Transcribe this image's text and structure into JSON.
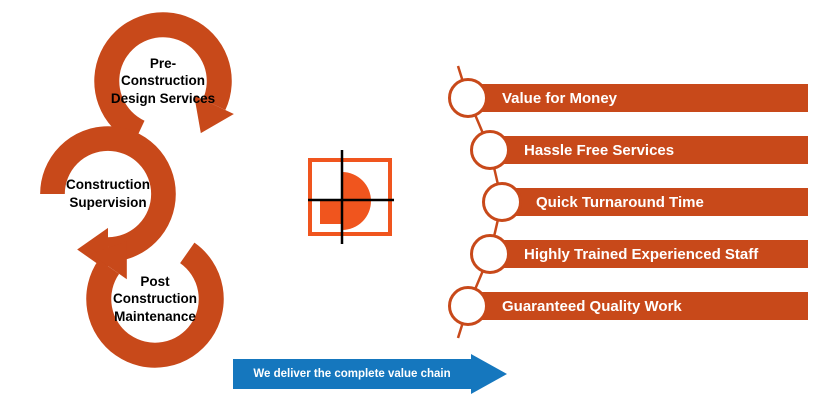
{
  "colors": {
    "orange": "#C8491A",
    "logo_orange": "#F0551E",
    "blue": "#1577BE",
    "text": "#000000"
  },
  "cycle": {
    "steps": [
      {
        "lines": [
          "Pre-",
          "Construction",
          "Design Services"
        ]
      },
      {
        "lines": [
          "Construction",
          "Supervision",
          ""
        ]
      },
      {
        "lines": [
          "Post",
          "Construction",
          "Maintenance"
        ]
      }
    ]
  },
  "benefits": {
    "items": [
      {
        "label": "Value for Money"
      },
      {
        "label": "Hassle Free Services"
      },
      {
        "label": "Quick Turnaround Time"
      },
      {
        "label": "Highly Trained Experienced Staff"
      },
      {
        "label": "Guaranteed Quality Work"
      }
    ]
  },
  "banner": {
    "text": "We deliver the complete value chain"
  },
  "icons": {
    "cycle_arrow": "circular-arrow-icon",
    "logo": "company-logo-icon",
    "chain": "chain-connector-icon",
    "banner_arrow": "right-arrow-icon"
  }
}
